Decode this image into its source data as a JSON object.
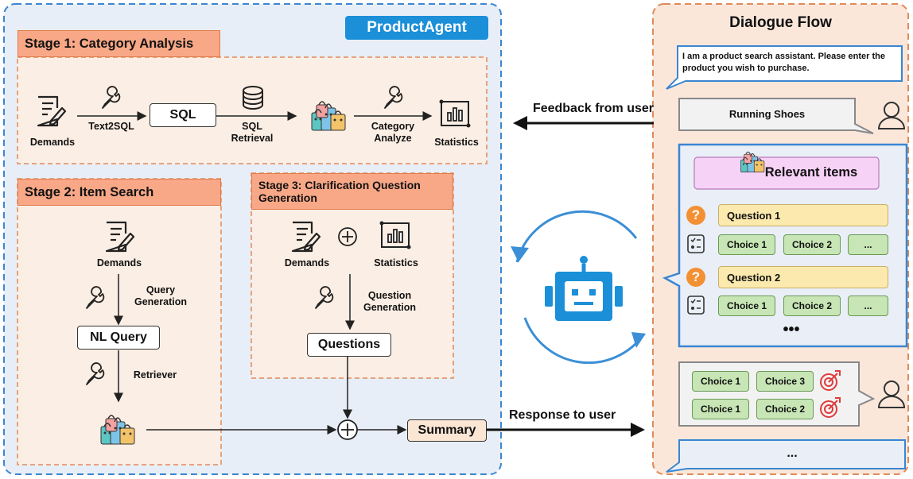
{
  "agent": {
    "title": "ProductAgent"
  },
  "stage1": {
    "title": "Stage 1: Category Analysis",
    "demands": "Demands",
    "text2sql": "Text2SQL",
    "sql": "SQL",
    "sql_retrieval": "SQL\nRetrieval",
    "category_analyze": "Category\nAnalyze",
    "statistics": "Statistics"
  },
  "stage2": {
    "title": "Stage 2: Item Search",
    "demands": "Demands",
    "query_generation": "Query\nGeneration",
    "nl_query": "NL Query",
    "retriever": "Retriever"
  },
  "stage3": {
    "title": "Stage 3: Clarification Question\nGeneration",
    "demands": "Demands",
    "statistics": "Statistics",
    "question_generation": "Question\nGeneration",
    "questions": "Questions"
  },
  "summary": "Summary",
  "feedback": "Feedback from user",
  "response": "Response to user",
  "dialogue": {
    "title": "Dialogue Flow",
    "assistant_msg": "I am a product search assistant. Please enter the product you wish to purchase.",
    "user_msg": "Running Shoes",
    "relevant_items": "Relevant items",
    "question1": "Question 1",
    "question2": "Question 2",
    "choices_row1": [
      "Choice 1",
      "Choice 2",
      "..."
    ],
    "choices_row2": [
      "Choice 1",
      "Choice 2",
      "..."
    ],
    "more": "•••",
    "user_row1": [
      "Choice 1",
      "Choice 3"
    ],
    "user_row2": [
      "Choice 1",
      "Choice 2"
    ],
    "final_msg": "..."
  },
  "icons": [
    "document-pen-icon",
    "wrench-icon",
    "database-icon",
    "shopping-bags-icon",
    "bar-chart-icon",
    "plus-circle-icon",
    "robot-icon",
    "user-icon",
    "question-mark-icon",
    "checklist-icon",
    "target-icon"
  ],
  "colors": {
    "stage_title_bg": "#f8a887",
    "stage_bg": "#fbeee4",
    "agent_bg": "#e8eef7",
    "accent_blue": "#1b8fd8",
    "dialogue_bg": "#fbe7da",
    "question_bg": "#fbe9ad",
    "choice_bg": "#c7e5b5",
    "relevant_bg": "#f7d2f7"
  }
}
